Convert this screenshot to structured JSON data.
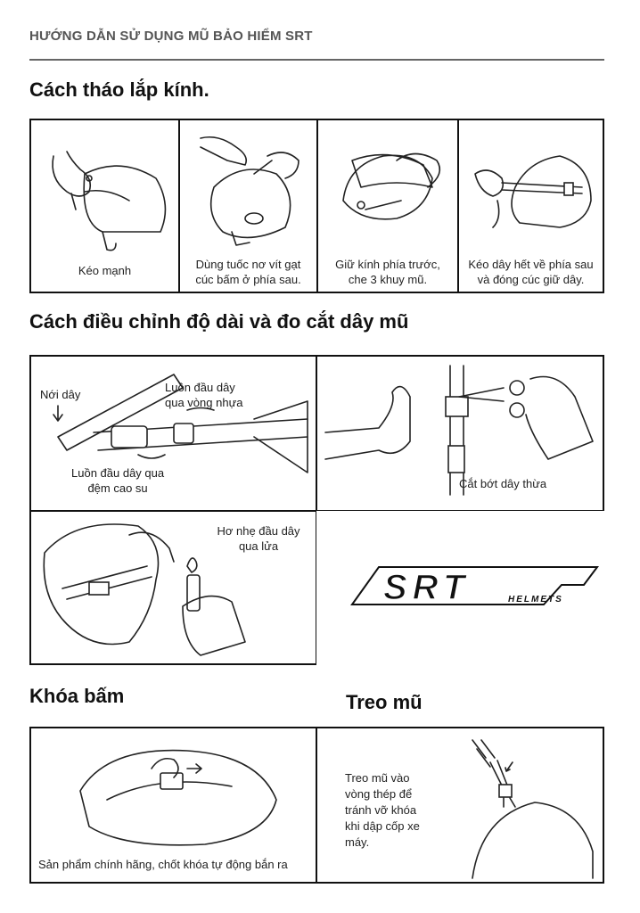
{
  "header": {
    "title": "HƯỚNG DẪN SỬ DỤNG MŨ BẢO HIỂM SRT"
  },
  "sections": {
    "lens": {
      "title": "Cách tháo lắp kính.",
      "panels": [
        {
          "caption": "Kéo mạnh"
        },
        {
          "caption_lines": [
            "Dùng tuốc nơ vít gạt",
            "cúc bấm ở phía sau."
          ]
        },
        {
          "caption_lines": [
            "Giữ kính phía trước,",
            "che 3 khuy mũ."
          ]
        },
        {
          "caption_lines": [
            "Kéo dây hết về phía sau",
            "và đóng cúc giữ dây."
          ]
        }
      ]
    },
    "strap": {
      "title": "Cách điều chỉnh độ dài và đo cắt dây mũ",
      "panel1": {
        "loosen": "Nới dây",
        "thread_ring_lines": [
          "Luồn đầu dây",
          "qua vòng nhựa"
        ],
        "thread_pad_lines": [
          "Luồn đầu dây qua",
          "đệm cao su"
        ]
      },
      "panel2": {
        "caption": "Cắt bớt dây thừa"
      },
      "panel3": {
        "caption_lines": [
          "Hơ nhẹ đầu dây",
          "qua lửa"
        ]
      }
    },
    "buckle": {
      "title": "Khóa bấm",
      "caption": "Sản phẩm chính hãng, chốt khóa tự động bắn ra"
    },
    "hang": {
      "title": "Treo mũ",
      "caption_lines": [
        "Treo mũ vào",
        "vòng thép để",
        "tránh vỡ khóa",
        "khi dập cốp xe",
        "máy."
      ]
    }
  },
  "logo": {
    "text": "SRT",
    "subtext": "HELMETS"
  }
}
